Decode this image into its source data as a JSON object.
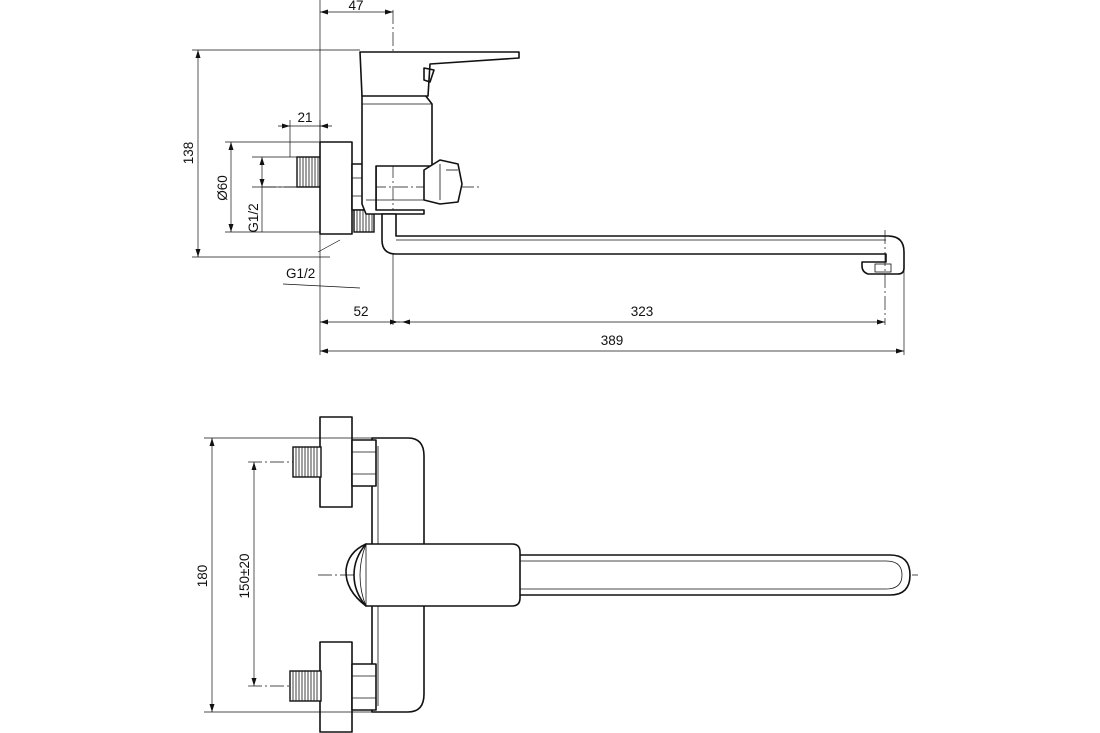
{
  "drawing": {
    "top_view": {
      "dim_handle_offset": "47",
      "dim_height": "138",
      "dim_flange_depth": "21",
      "dim_flange_diameter": "Ø60",
      "dim_inlet_thread": "G1/2",
      "dim_outlet_thread": "G1/2",
      "dim_body_offset": "52",
      "dim_spout_reach": "323",
      "dim_total_length": "389"
    },
    "front_view": {
      "dim_total_height": "180",
      "dim_inlet_spacing": "150±20"
    }
  }
}
